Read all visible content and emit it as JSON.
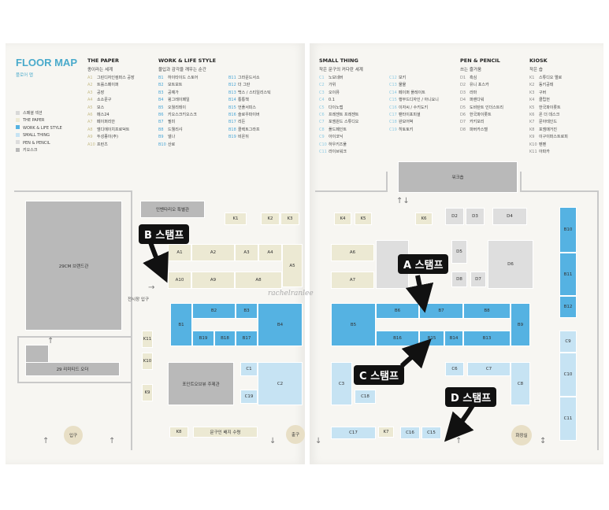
{
  "title": "FLOOR MAP",
  "subtitle": "플로어 맵",
  "legend": [
    {
      "label": "스페셜 섹션",
      "color": "#d8d8d8"
    },
    {
      "label": "THE PAPER",
      "color": "#ece9d3"
    },
    {
      "label": "WORK & LIFE STYLE",
      "color": "#55b2e2"
    },
    {
      "label": "SMALL THING",
      "color": "#c6e3f3"
    },
    {
      "label": "PEN & PENCIL",
      "color": "#dcdcdc"
    },
    {
      "label": "키오스크",
      "color": "#b9b9b9"
    }
  ],
  "paper": {
    "title": "THE PAPER",
    "sub": "종이라는 세계",
    "items": [
      [
        "A1",
        "그린디자인컴퍼스 공장"
      ],
      [
        "A2",
        "트롤스페이퍼"
      ],
      [
        "A3",
        "공장"
      ],
      [
        "A4",
        "소소문구"
      ],
      [
        "A5",
        "모스"
      ],
      [
        "A6",
        "메스24"
      ],
      [
        "A7",
        "페이퍼리안"
      ],
      [
        "A8",
        "엠디에이치프로덕트"
      ],
      [
        "A9",
        "두성종이(주)"
      ],
      [
        "A10",
        "프런츠"
      ]
    ]
  },
  "work": {
    "title": "WORK & LIFE STYLE",
    "sub": "물입과 감각을 깨우는 순간",
    "col1": [
      [
        "B1",
        "하이타이드 스토어"
      ],
      [
        "B2",
        "모트모트"
      ],
      [
        "B3",
        "공예가"
      ],
      [
        "B4",
        "윙그레이페일"
      ],
      [
        "B5",
        "오월리테이"
      ],
      [
        "B6",
        "키오스크키오스크"
      ],
      [
        "B7",
        "필미"
      ],
      [
        "B8",
        "드웰리샤"
      ],
      [
        "B9",
        "넬나"
      ],
      [
        "B10",
        "산로"
      ]
    ],
    "col2": [
      [
        "B11",
        "그라운드서소"
      ],
      [
        "B12",
        "더 그란"
      ],
      [
        "B13",
        "백스 / 스티일리스틱"
      ],
      [
        "B14",
        "통통책"
      ],
      [
        "B15",
        "언플서피스"
      ],
      [
        "B16",
        "슬로우파이버"
      ],
      [
        "B17",
        "리든"
      ],
      [
        "B18",
        "콜렉트그라프"
      ],
      [
        "B19",
        "비온뒤"
      ]
    ]
  },
  "small": {
    "title": "SMALL THING",
    "sub": "작은 문구의 커다란 세계",
    "col1": [
      [
        "C1",
        "노모네버"
      ],
      [
        "C2",
        "가위"
      ],
      [
        "C3",
        "오이뮤"
      ],
      [
        "C4",
        "0.1"
      ],
      [
        "C5",
        "다이노랩"
      ],
      [
        "C6",
        "프레젠트 프레젠트"
      ],
      [
        "C7",
        "포엠원드 스튜디오"
      ],
      [
        "C8",
        "폴드페인트"
      ],
      [
        "C9",
        "아이코닉"
      ],
      [
        "C10",
        "하우키즈풀"
      ],
      [
        "C11",
        "라이브워크"
      ]
    ],
    "col2": [
      [
        "C12",
        "보키"
      ],
      [
        "C13",
        "물물"
      ],
      [
        "C14",
        "페이퍼 플레이트"
      ],
      [
        "C15",
        "행무드디자인 / 아니요니"
      ],
      [
        "C16",
        "이자씨 / 수키도키"
      ],
      [
        "C17",
        "팬타이포피셜"
      ],
      [
        "C18",
        "완모어벅"
      ],
      [
        "C19",
        "히토토키"
      ]
    ]
  },
  "pen": {
    "title": "PEN & PENCIL",
    "sub": "쓰는 즐거움",
    "items": [
      [
        "D1",
        "흑심"
      ],
      [
        "D2",
        "유니 포스카"
      ],
      [
        "D3",
        "라마"
      ],
      [
        "D4",
        "퍼렌다워"
      ],
      [
        "D5",
        "도비탄트 인더스트리"
      ],
      [
        "D6",
        "한국파이롯트"
      ],
      [
        "D7",
        "카키모리"
      ],
      [
        "D8",
        "파버카스텔"
      ]
    ]
  },
  "kiosk": {
    "title": "KIOSK",
    "sub": "작은 숍",
    "items": [
      [
        "K1",
        "스튜디오 앨로"
      ],
      [
        "K2",
        "동키공테"
      ],
      [
        "K3",
        "구버"
      ],
      [
        "K4",
        "클립헌"
      ],
      [
        "K5",
        "한국파이롯트"
      ],
      [
        "K6",
        "온 더 데스크"
      ],
      [
        "K7",
        "문아테인드"
      ],
      [
        "K8",
        "포엠매거진"
      ],
      [
        "K9",
        "이구이퍼스트로피"
      ],
      [
        "K10",
        "펜펜"
      ],
      [
        "K11",
        "아파카"
      ]
    ]
  },
  "map": {
    "brand_29cm": "29CM 브랜드관",
    "limited": "29 리미티드 오더",
    "entrance": "입구",
    "exhibit_entrance": "전시장 입구",
    "exit": "출구",
    "restroom": "화장실",
    "workshop": "워크숍",
    "special_booth": "인벤타리오 특별관",
    "pointofview": "포인트오브뷰 주제관",
    "badge_collect": "문구인 배지 수령"
  },
  "stamps": {
    "a": "A 스탬프",
    "b": "B 스탬프",
    "c": "C 스탬프",
    "d": "D 스탬프"
  },
  "watermark": "rachelranlee"
}
